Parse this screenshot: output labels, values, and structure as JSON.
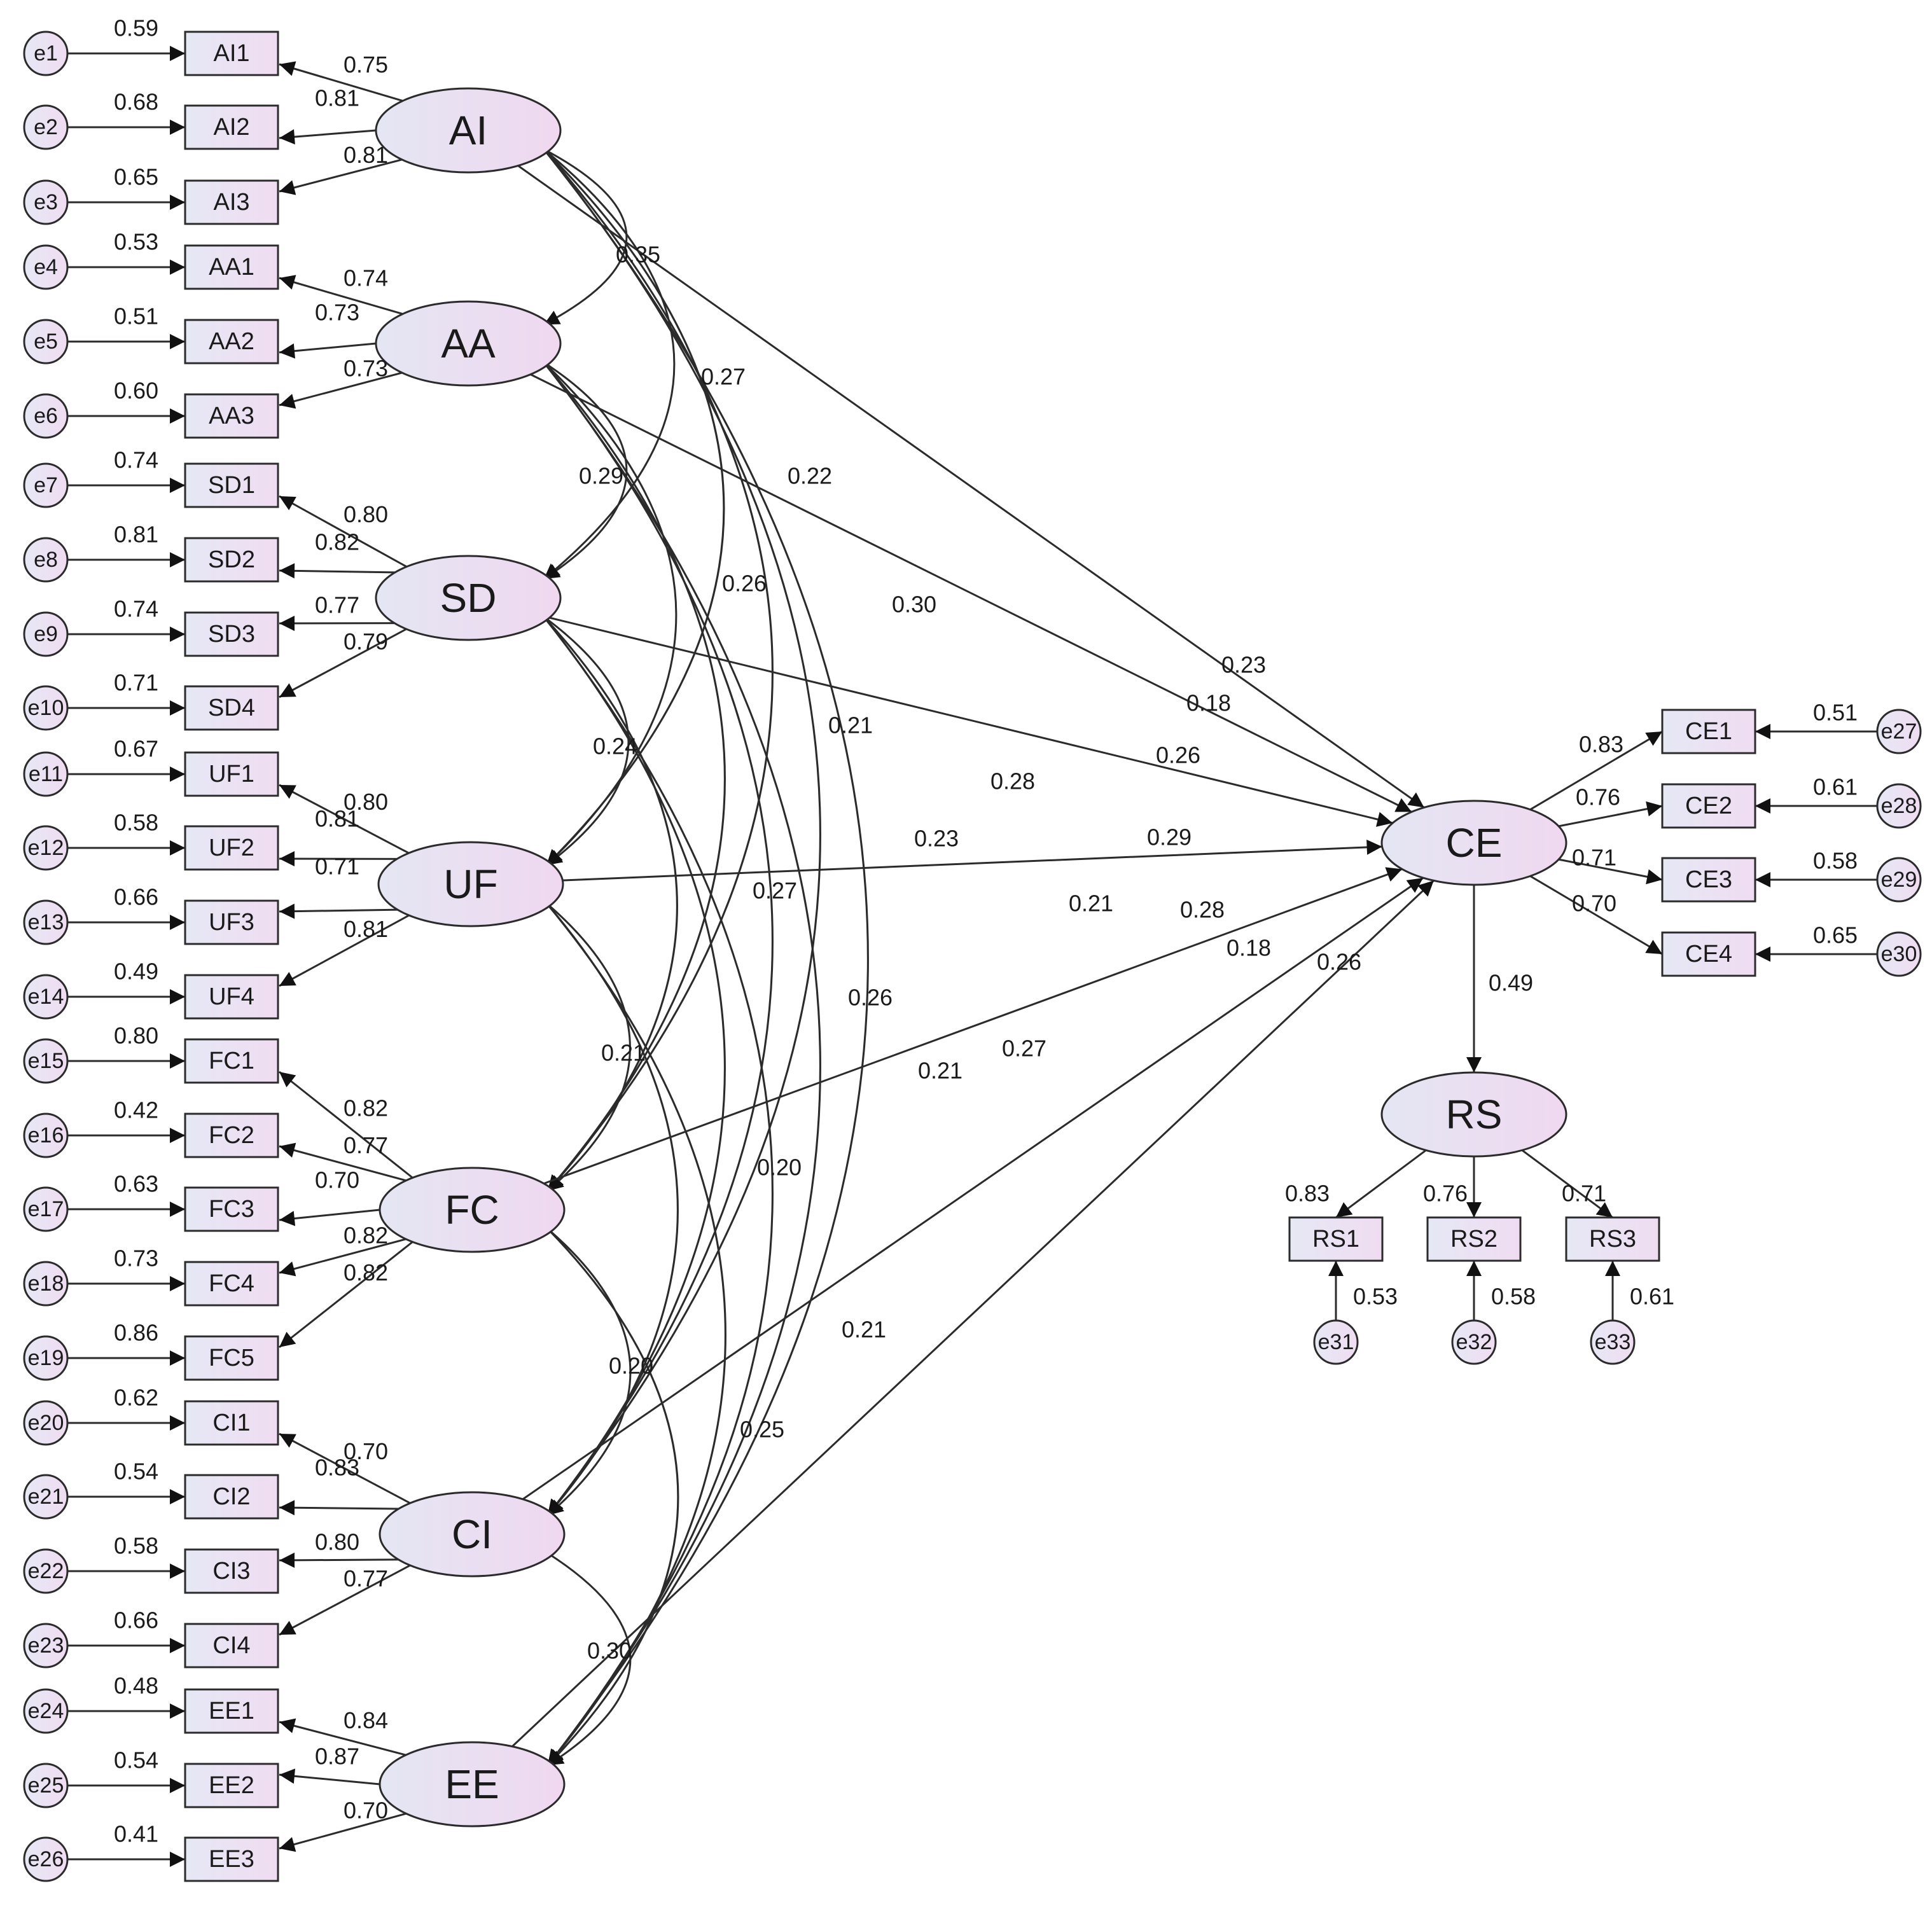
{
  "latents": [
    {
      "id": "AI",
      "label": "AI"
    },
    {
      "id": "AA",
      "label": "AA"
    },
    {
      "id": "SD",
      "label": "SD"
    },
    {
      "id": "UF",
      "label": "UF"
    },
    {
      "id": "FC",
      "label": "FC"
    },
    {
      "id": "CI",
      "label": "CI"
    },
    {
      "id": "EE",
      "label": "EE"
    },
    {
      "id": "CE",
      "label": "CE"
    },
    {
      "id": "RS",
      "label": "RS"
    }
  ],
  "left_indicators": [
    {
      "latent": "AI",
      "items": [
        {
          "label": "AI1",
          "err": "e1",
          "loading": "0.75",
          "r2": "0.59"
        },
        {
          "label": "AI2",
          "err": "e2",
          "loading": "0.81",
          "r2": "0.68"
        },
        {
          "label": "AI3",
          "err": "e3",
          "loading": "0.81",
          "r2": "0.65"
        }
      ]
    },
    {
      "latent": "AA",
      "items": [
        {
          "label": "AA1",
          "err": "e4",
          "loading": "0.74",
          "r2": "0.53"
        },
        {
          "label": "AA2",
          "err": "e5",
          "loading": "0.73",
          "r2": "0.51"
        },
        {
          "label": "AA3",
          "err": "e6",
          "loading": "0.73",
          "r2": "0.60"
        }
      ]
    },
    {
      "latent": "SD",
      "items": [
        {
          "label": "SD1",
          "err": "e7",
          "loading": "0.80",
          "r2": "0.74"
        },
        {
          "label": "SD2",
          "err": "e8",
          "loading": "0.82",
          "r2": "0.81"
        },
        {
          "label": "SD3",
          "err": "e9",
          "loading": "0.77",
          "r2": "0.74"
        },
        {
          "label": "SD4",
          "err": "e10",
          "loading": "0.79",
          "r2": "0.71"
        }
      ]
    },
    {
      "latent": "UF",
      "items": [
        {
          "label": "UF1",
          "err": "e11",
          "loading": "0.80",
          "r2": "0.67"
        },
        {
          "label": "UF2",
          "err": "e12",
          "loading": "0.81",
          "r2": "0.58"
        },
        {
          "label": "UF3",
          "err": "e13",
          "loading": "0.71",
          "r2": "0.66"
        },
        {
          "label": "UF4",
          "err": "e14",
          "loading": "0.81",
          "r2": "0.49"
        }
      ]
    },
    {
      "latent": "FC",
      "items": [
        {
          "label": "FC1",
          "err": "e15",
          "loading": "0.82",
          "r2": "0.80"
        },
        {
          "label": "FC2",
          "err": "e16",
          "loading": "0.77",
          "r2": "0.42"
        },
        {
          "label": "FC3",
          "err": "e17",
          "loading": "0.70",
          "r2": "0.63"
        },
        {
          "label": "FC4",
          "err": "e18",
          "loading": "0.82",
          "r2": "0.73"
        },
        {
          "label": "FC5",
          "err": "e19",
          "loading": "0.82",
          "r2": "0.86"
        }
      ]
    },
    {
      "latent": "CI",
      "items": [
        {
          "label": "CI1",
          "err": "e20",
          "loading": "0.70",
          "r2": "0.62"
        },
        {
          "label": "CI2",
          "err": "e21",
          "loading": "0.83",
          "r2": "0.54"
        },
        {
          "label": "CI3",
          "err": "e22",
          "loading": "0.80",
          "r2": "0.58"
        },
        {
          "label": "CI4",
          "err": "e23",
          "loading": "0.77",
          "r2": "0.66"
        }
      ]
    },
    {
      "latent": "EE",
      "items": [
        {
          "label": "EE1",
          "err": "e24",
          "loading": "0.84",
          "r2": "0.48"
        },
        {
          "label": "EE2",
          "err": "e25",
          "loading": "0.87",
          "r2": "0.54"
        },
        {
          "label": "EE3",
          "err": "e26",
          "loading": "0.70",
          "r2": "0.41"
        }
      ]
    }
  ],
  "ce_indicators": [
    {
      "label": "CE1",
      "err": "e27",
      "loading": "0.83",
      "r2": "0.51"
    },
    {
      "label": "CE2",
      "err": "e28",
      "loading": "0.76",
      "r2": "0.61"
    },
    {
      "label": "CE3",
      "err": "e29",
      "loading": "0.71",
      "r2": "0.58"
    },
    {
      "label": "CE4",
      "err": "e30",
      "loading": "0.70",
      "r2": "0.65"
    }
  ],
  "rs_indicators": [
    {
      "label": "RS1",
      "err": "e31",
      "loading": "0.83",
      "r2": "0.53"
    },
    {
      "label": "RS2",
      "err": "e32",
      "loading": "0.76",
      "r2": "0.58"
    },
    {
      "label": "RS3",
      "err": "e33",
      "loading": "0.71",
      "r2": "0.61"
    }
  ],
  "structural_paths": [
    {
      "from": "AI",
      "to": "CE",
      "coef": "0.23"
    },
    {
      "from": "AA",
      "to": "CE",
      "coef": "0.18"
    },
    {
      "from": "SD",
      "to": "CE",
      "coef": "0.26"
    },
    {
      "from": "UF",
      "to": "CE",
      "coef": "0.29"
    },
    {
      "from": "FC",
      "to": "CE",
      "coef": "0.28"
    },
    {
      "from": "CI",
      "to": "CE",
      "coef": "0.18"
    },
    {
      "from": "EE",
      "to": "CE",
      "coef": "0.26"
    },
    {
      "from": "CE",
      "to": "RS",
      "coef": "0.49"
    }
  ],
  "correlations": [
    {
      "a": "AI",
      "b": "AA",
      "coef": "0.35"
    },
    {
      "a": "AI",
      "b": "SD",
      "coef": "0.27"
    },
    {
      "a": "AI",
      "b": "UF",
      "coef": "0.22"
    },
    {
      "a": "AI",
      "b": "FC",
      "coef": "0.30"
    },
    {
      "a": "AI",
      "b": "CI",
      "coef": "0.28"
    },
    {
      "a": "AI",
      "b": "EE",
      "coef": "0.21"
    },
    {
      "a": "AA",
      "b": "SD",
      "coef": "0.29"
    },
    {
      "a": "AA",
      "b": "UF",
      "coef": "0.26"
    },
    {
      "a": "AA",
      "b": "FC",
      "coef": "0.21"
    },
    {
      "a": "AA",
      "b": "CI",
      "coef": "0.23"
    },
    {
      "a": "AA",
      "b": "EE",
      "coef": "0.27"
    },
    {
      "a": "SD",
      "b": "UF",
      "coef": "0.24"
    },
    {
      "a": "SD",
      "b": "FC",
      "coef": "0.27"
    },
    {
      "a": "SD",
      "b": "CI",
      "coef": "0.26"
    },
    {
      "a": "SD",
      "b": "EE",
      "coef": "0.21"
    },
    {
      "a": "UF",
      "b": "FC",
      "coef": "0.21"
    },
    {
      "a": "UF",
      "b": "CI",
      "coef": "0.20"
    },
    {
      "a": "UF",
      "b": "EE",
      "coef": "0.21"
    },
    {
      "a": "FC",
      "b": "CI",
      "coef": "0.20"
    },
    {
      "a": "FC",
      "b": "EE",
      "coef": "0.25"
    },
    {
      "a": "CI",
      "b": "EE",
      "coef": "0.30"
    }
  ],
  "colors": {
    "latent_fill_start": "#e4e6f3",
    "latent_fill_end": "#f0d8f0",
    "box_fill_start": "#e6e8f4",
    "box_fill_end": "#f0dcf2",
    "stroke": "#2b2b2b"
  }
}
